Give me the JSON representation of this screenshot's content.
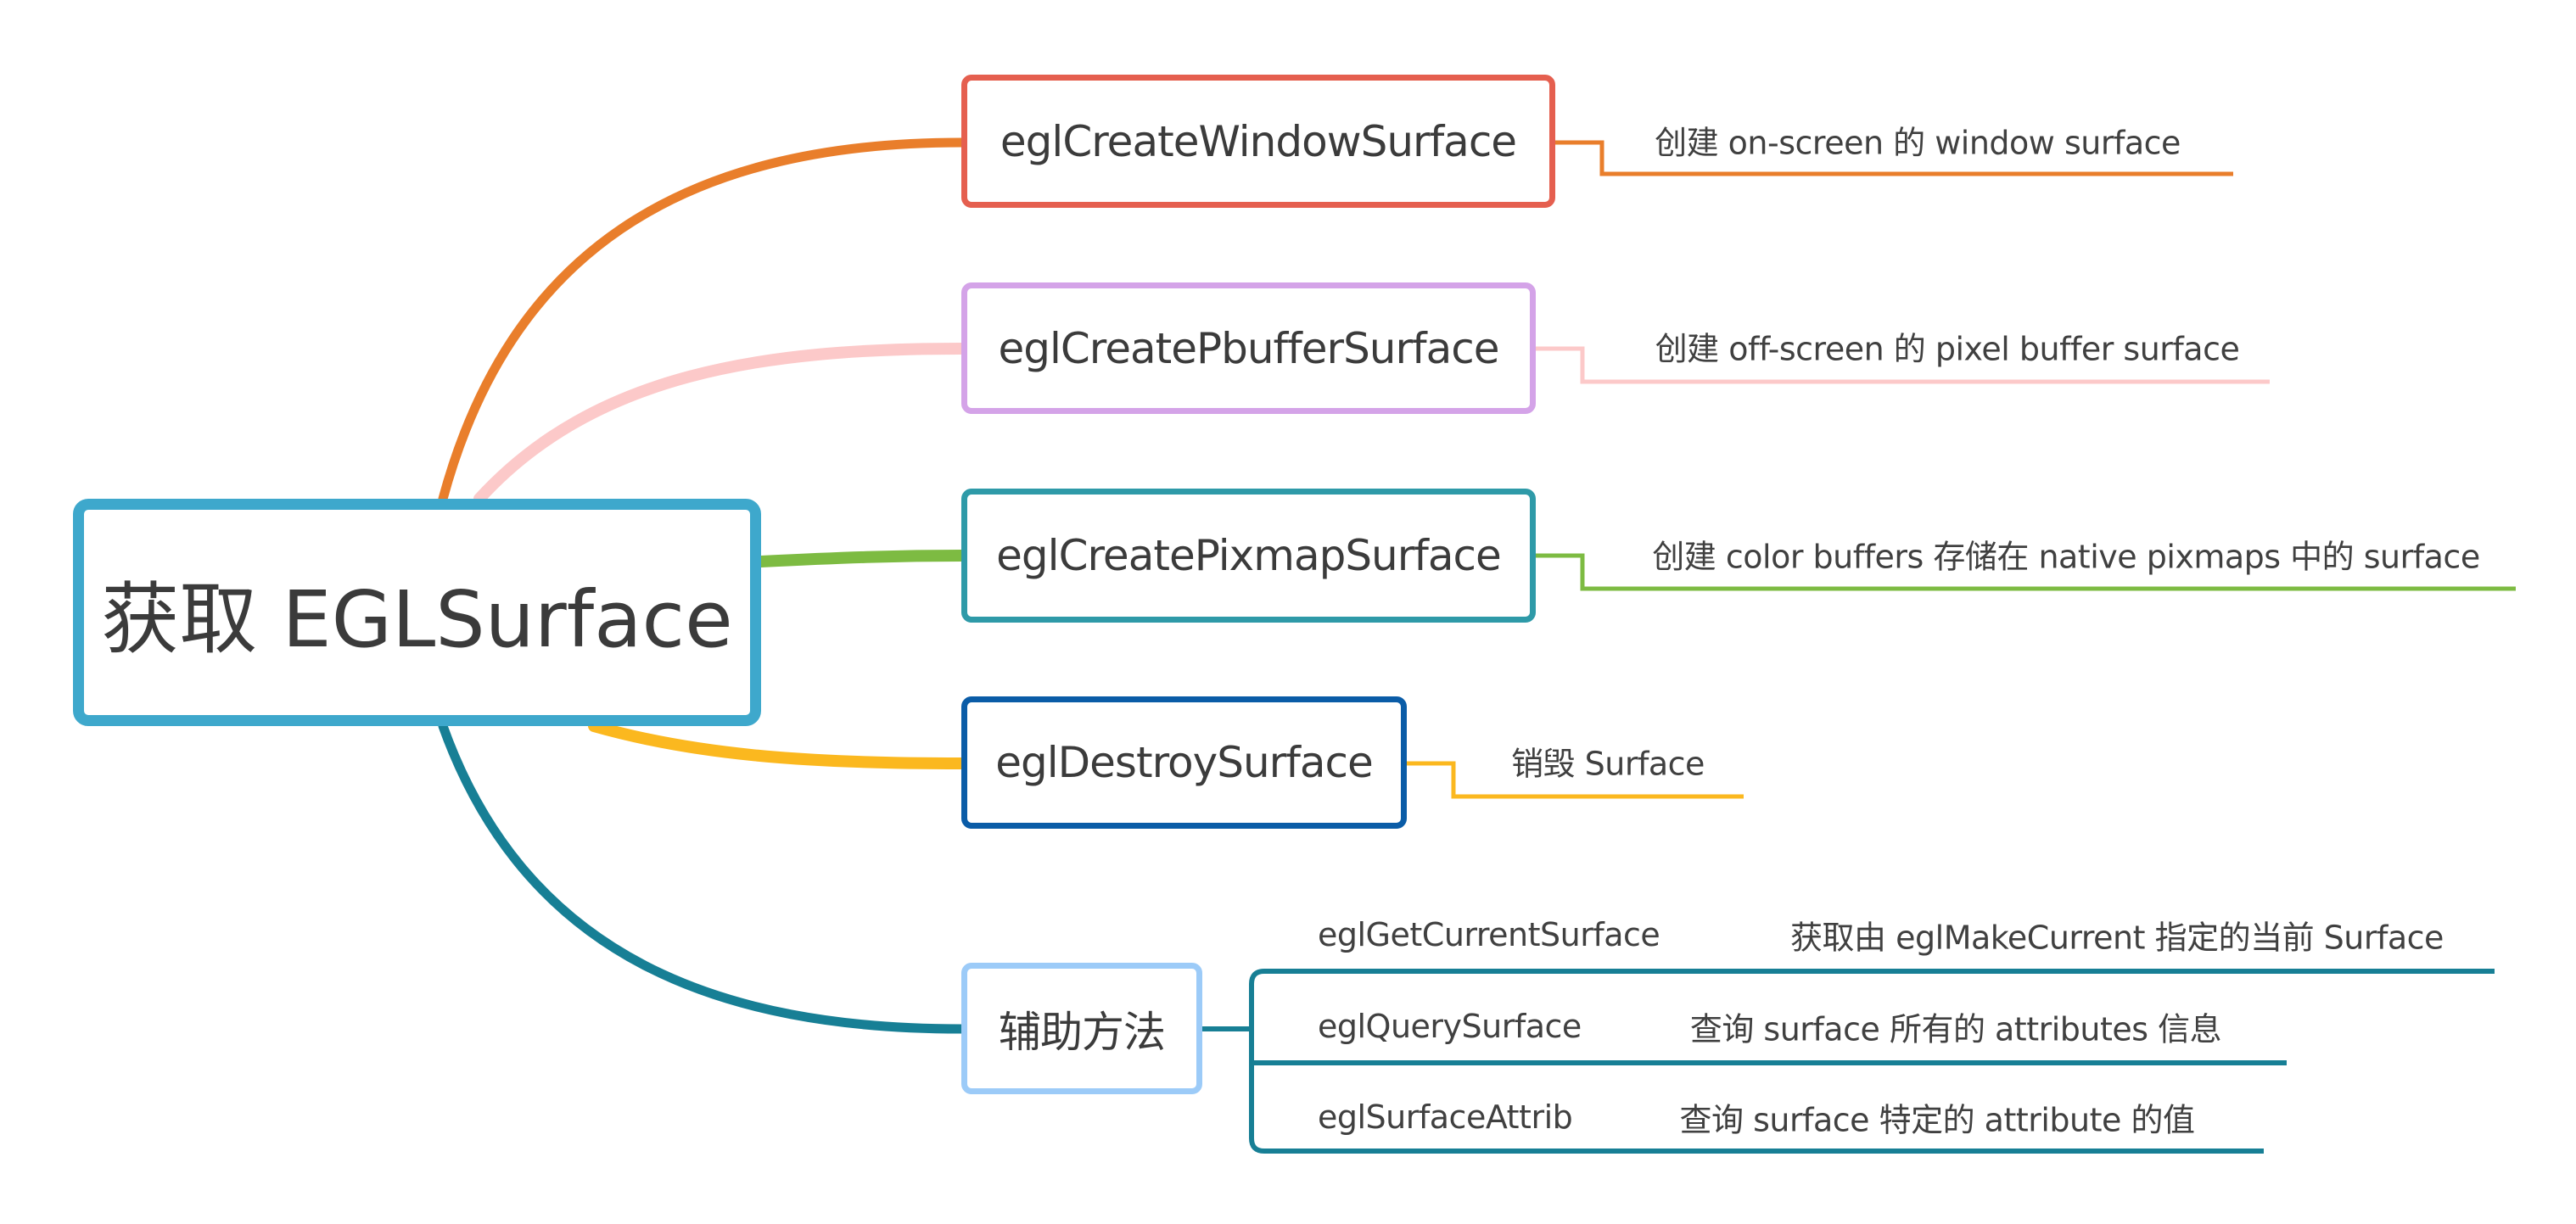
{
  "root": {
    "label": "获取 EGLSurface",
    "color": "#3ea8cc"
  },
  "branches": [
    {
      "label": "eglCreateWindowSurface",
      "border_color": "#e55f4f",
      "line_color": "#e97e2b",
      "description": "创建 on-screen 的 window surface"
    },
    {
      "label": "eglCreatePbufferSurface",
      "border_color": "#d4a3e8",
      "line_color": "#fcc9c9",
      "description": "创建 off-screen 的 pixel buffer surface"
    },
    {
      "label": "eglCreatePixmapSurface",
      "border_color": "#2e9aa8",
      "line_color": "#7dbb42",
      "description": "创建 color buffers 存储在 native pixmaps 中的 surface"
    },
    {
      "label": "eglDestroySurface",
      "border_color": "#0a5ca7",
      "line_color": "#fbb81f",
      "description": "销毁 Surface"
    },
    {
      "label": "辅助方法",
      "border_color": "#9ccbf8",
      "line_color": "#177f95",
      "children": [
        {
          "label": "eglGetCurrentSurface",
          "description": "获取由 eglMakeCurrent 指定的当前 Surface"
        },
        {
          "label": "eglQuerySurface",
          "description": "查询 surface 所有的 attributes 信息"
        },
        {
          "label": "eglSurfaceAttrib",
          "description": "查询 surface 特定的 attribute 的值"
        }
      ]
    }
  ]
}
